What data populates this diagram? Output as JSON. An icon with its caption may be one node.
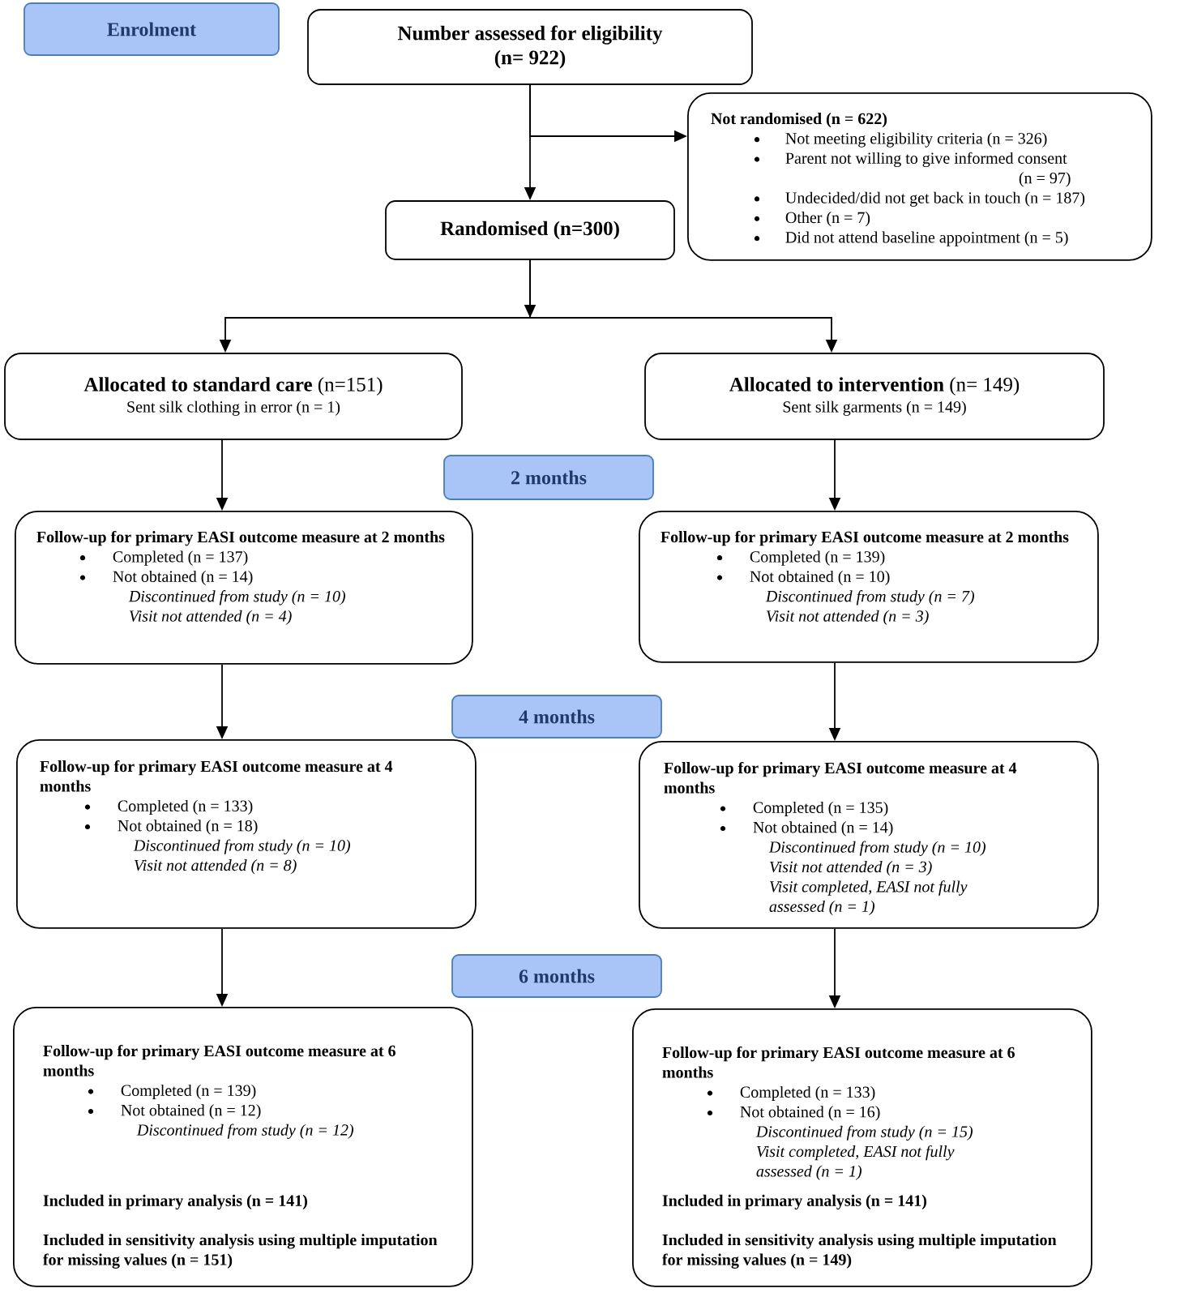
{
  "diagram": {
    "nodes": [
      {
        "text": [
          "Enrolment"
        ]
      },
      {
        "text": [
          "Number assessed for eligibility (n= 922)"
        ]
      },
      {
        "text": [
          "Not randomised (n = 622)",
          "Not meeting eligibility criteria (n = 326)",
          "Parent not willing to give informed consent (n = 97)",
          "Undecided/did not get back in touch (n = 187)",
          "Other (n = 7)",
          "Did not attend baseline appointment (n = 5)"
        ]
      },
      {
        "text": [
          "Randomised (n=300)"
        ]
      },
      {
        "text": [
          "**Allocated to standard care** (n=151)",
          "Sent silk clothing in error (n = 1)"
        ]
      },
      {
        "text": [
          "**Allocated to intervention** (n= 149)",
          "Sent silk garments (n = 149)"
        ]
      },
      {
        "text": [
          "2 months"
        ]
      },
      {
        "text": [
          "Follow-up for primary EASI outcome measure at 2 months",
          "Completed (n = 137)",
          "Not obtained (n = 14)",
          "Discontinued from study (n = 10)",
          "Visit not attended (n = 4)"
        ]
      },
      {
        "text": [
          "Follow-up for primary EASI outcome measure at 2 months",
          "Completed (n = 139)",
          "Not obtained (n = 10)",
          "Discontinued from study (n = 7)",
          "Visit not attended (n = 3)"
        ]
      },
      {
        "text": [
          "4 months"
        ]
      },
      {
        "text": [
          "Follow-up for primary EASI outcome measure at 4 months",
          "Completed (n = 133)",
          "Not obtained (n = 18)",
          "Discontinued from study (n = 10)",
          "Visit not attended (n = 8)"
        ]
      },
      {
        "text": [
          "Follow-up for primary EASI outcome measure at 4 months",
          "Completed (n = 135)",
          "Not obtained (n = 14)",
          "Discontinued from study (n = 10)",
          "Visit not attended (n = 3)",
          "Visit completed, EASI not fully assessed (n = 1)"
        ]
      },
      {
        "text": [
          "6 months"
        ]
      },
      {
        "text": [
          "Follow-up for primary EASI outcome measure at 6 months",
          "Completed (n = 139)",
          "Not obtained (n = 12)",
          "Discontinued from study (n = 12)",
          "Included in primary analysis (n = 141)",
          "Included in sensitivity analysis using multiple imputation for missing values (n = 151)"
        ]
      },
      {
        "text": [
          "Follow-up for primary EASI outcome measure at 6 months",
          "Completed (n = 133)",
          "Not obtained (n = 16)",
          "Discontinued from study (n = 15)",
          "Visit completed, EASI not fully assessed (n = 1)",
          "Included in primary analysis (n = 141)",
          "Included in sensitivity analysis using multiple imputation for missing values (n = 149)"
        ]
      }
    ],
    "edges": [
      {
        "from": 1,
        "to": 3,
        "arrow": "to"
      },
      {
        "from": 1,
        "to": 2,
        "arrow": "to"
      },
      {
        "from": 3,
        "to": 4,
        "arrow": "to"
      },
      {
        "from": 3,
        "to": 5,
        "arrow": "to"
      },
      {
        "from": 4,
        "to": 7,
        "arrow": "to"
      },
      {
        "from": 5,
        "to": 8,
        "arrow": "to"
      },
      {
        "from": 7,
        "to": 10,
        "arrow": "to"
      },
      {
        "from": 8,
        "to": 11,
        "arrow": "to"
      },
      {
        "from": 10,
        "to": 13,
        "arrow": "to"
      },
      {
        "from": 11,
        "to": 14,
        "arrow": "to"
      }
    ]
  }
}
